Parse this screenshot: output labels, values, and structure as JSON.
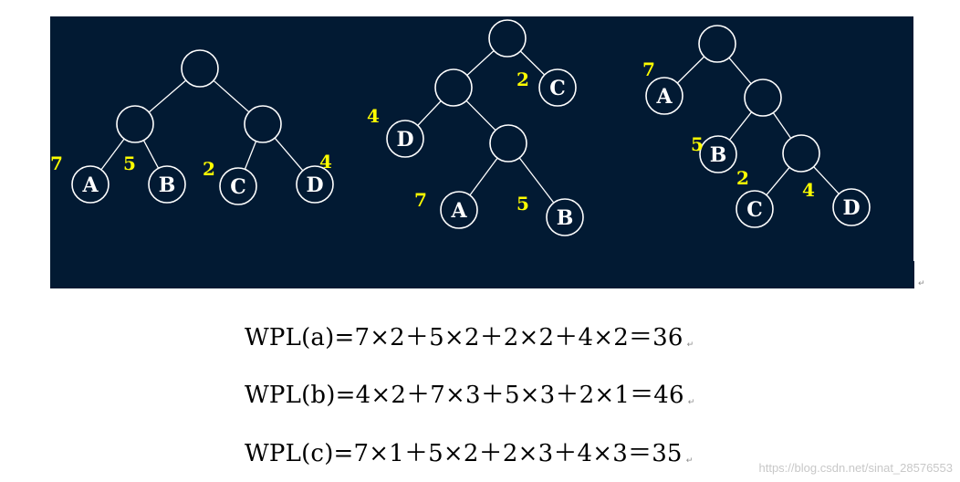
{
  "colors": {
    "panel_background": "#021a33",
    "node_stroke": "#ffffff",
    "node_text": "#ffffff",
    "weight_text": "#ffff00",
    "formula_text": "#000000",
    "watermark_text": "#c8c8c8"
  },
  "trees": [
    {
      "id": "a",
      "nodes": [
        {
          "id": "a-root",
          "label": ""
        },
        {
          "id": "a-l",
          "label": ""
        },
        {
          "id": "a-r",
          "label": ""
        },
        {
          "id": "a-A",
          "label": "A",
          "weight": "7"
        },
        {
          "id": "a-B",
          "label": "B",
          "weight": "5"
        },
        {
          "id": "a-C",
          "label": "C",
          "weight": "2"
        },
        {
          "id": "a-D",
          "label": "D",
          "weight": "4"
        }
      ],
      "edges": [
        [
          "a-root",
          "a-l"
        ],
        [
          "a-root",
          "a-r"
        ],
        [
          "a-l",
          "a-A"
        ],
        [
          "a-l",
          "a-B"
        ],
        [
          "a-r",
          "a-C"
        ],
        [
          "a-r",
          "a-D"
        ]
      ]
    },
    {
      "id": "b",
      "nodes": [
        {
          "id": "b-root",
          "label": ""
        },
        {
          "id": "b-l",
          "label": ""
        },
        {
          "id": "b-C",
          "label": "C",
          "weight": "2"
        },
        {
          "id": "b-D",
          "label": "D",
          "weight": "4"
        },
        {
          "id": "b-lr",
          "label": ""
        },
        {
          "id": "b-A",
          "label": "A",
          "weight": "7"
        },
        {
          "id": "b-B",
          "label": "B",
          "weight": "5"
        }
      ],
      "edges": [
        [
          "b-root",
          "b-l"
        ],
        [
          "b-root",
          "b-C"
        ],
        [
          "b-l",
          "b-D"
        ],
        [
          "b-l",
          "b-lr"
        ],
        [
          "b-lr",
          "b-A"
        ],
        [
          "b-lr",
          "b-B"
        ]
      ]
    },
    {
      "id": "c",
      "nodes": [
        {
          "id": "c-root",
          "label": ""
        },
        {
          "id": "c-A",
          "label": "A",
          "weight": "7"
        },
        {
          "id": "c-r",
          "label": ""
        },
        {
          "id": "c-B",
          "label": "B",
          "weight": "5"
        },
        {
          "id": "c-rr",
          "label": ""
        },
        {
          "id": "c-C",
          "label": "C",
          "weight": "2"
        },
        {
          "id": "c-D",
          "label": "D",
          "weight": "4"
        }
      ],
      "edges": [
        [
          "c-root",
          "c-A"
        ],
        [
          "c-root",
          "c-r"
        ],
        [
          "c-r",
          "c-B"
        ],
        [
          "c-r",
          "c-rr"
        ],
        [
          "c-rr",
          "c-C"
        ],
        [
          "c-rr",
          "c-D"
        ]
      ]
    }
  ],
  "formulas": [
    {
      "text": "WPL(a)=7×2＋5×2＋2×2＋4×2＝36"
    },
    {
      "text": "WPL(b)=4×2＋7×3＋5×3＋2×1＝46"
    },
    {
      "text": "WPL(c)=7×1＋5×2＋2×3＋4×3＝35"
    }
  ],
  "paragraph_mark": "↵",
  "watermark": "https://blog.csdn.net/sinat_28576553"
}
